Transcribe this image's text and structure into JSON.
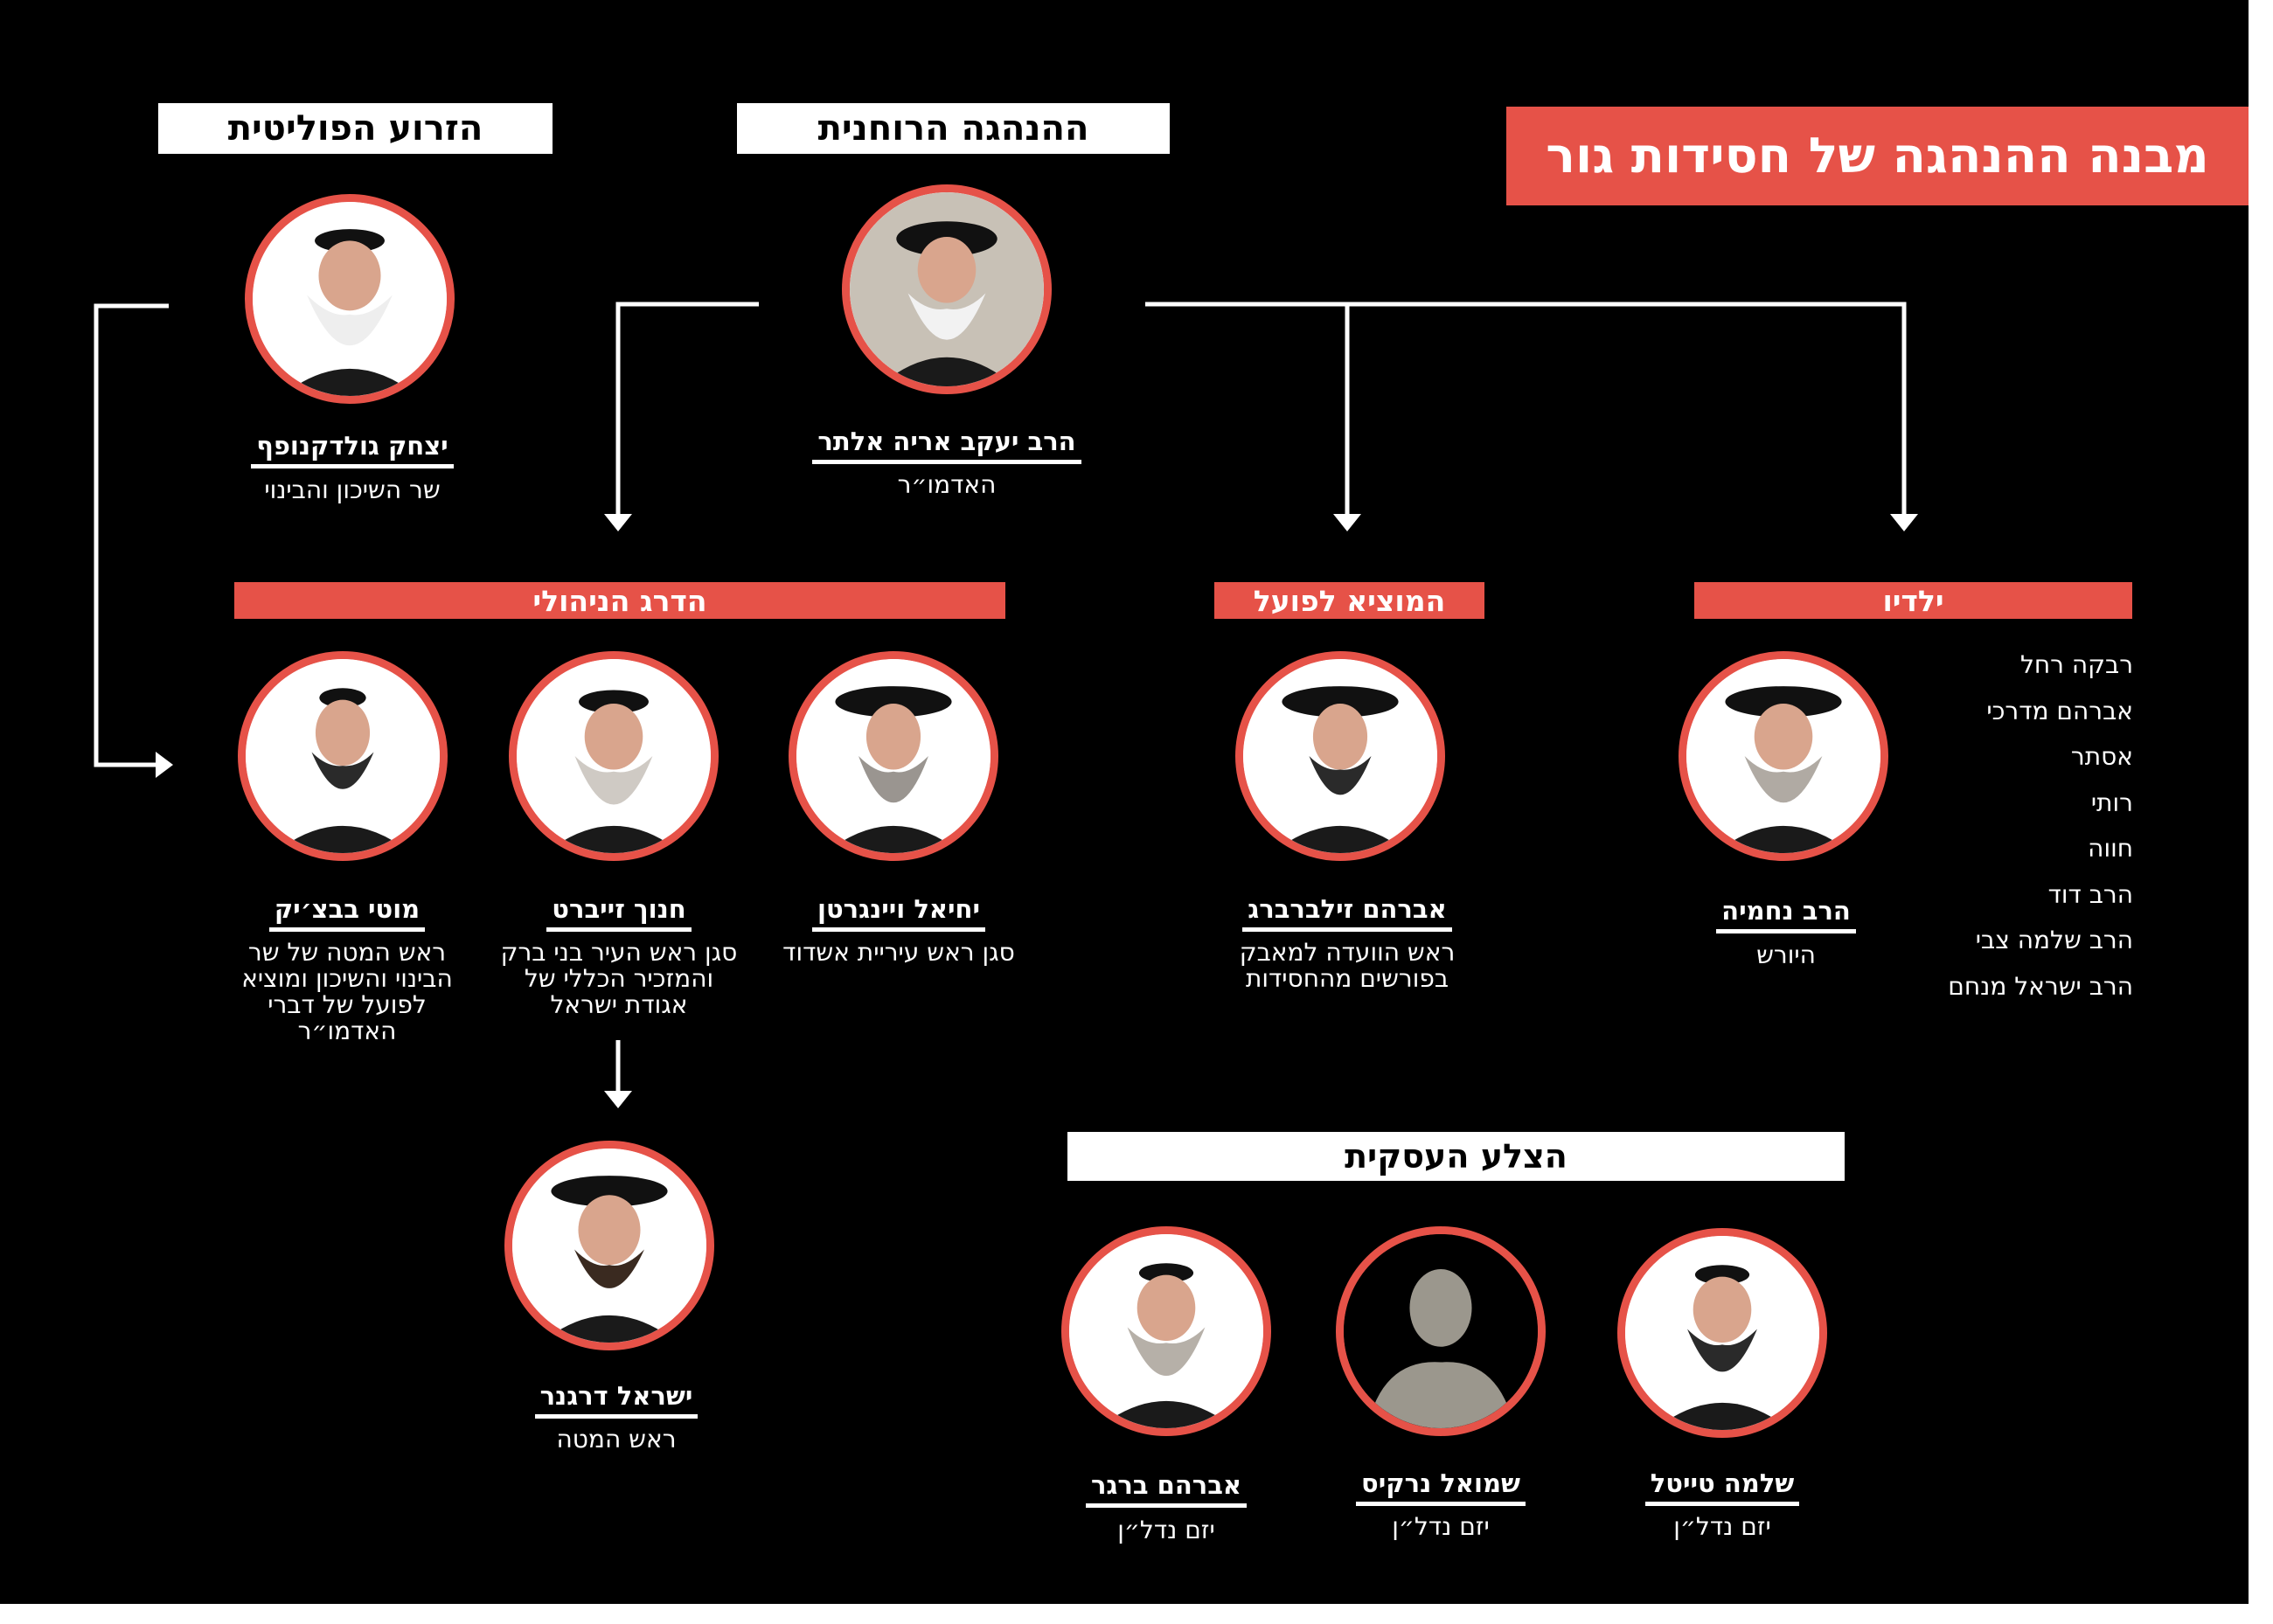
{
  "title": "מבנה ההנהגה של חסידות גור",
  "sections": {
    "spiritual": "ההנהגה הרוחנית",
    "political": "הזרוע הפוליטית",
    "management": "הדרג הניהולי",
    "executor": "המוציא לפועל",
    "children": "ילדיו",
    "business": "הצלע העסקית"
  },
  "people": {
    "rebbe": {
      "name": "הרב יעקב אריה אלתר",
      "role": "האדמו״ר"
    },
    "goldknopf": {
      "name": "יצחק גולדקנופף",
      "role": "שר השיכון והבינוי"
    },
    "nechemia": {
      "name": "הרב נחמיה",
      "role": "היורש"
    },
    "silberberg": {
      "name": "אברהם זילברברג",
      "role": "ראש הוועדה למאבק בפורשים מהחסידות"
    },
    "weingarten": {
      "name": "יחיאל ויינגרטן",
      "role": "סגן ראש עיריית אשדוד"
    },
    "seibert": {
      "name": "חנוך זייברט",
      "role": "סגן ראש העיר בני ברק והמזכיר הכללי של אגודת ישראל"
    },
    "babazik": {
      "name": "מוטי בבצ׳יק",
      "role": "ראש המטה של שר הבינוי והשיכון ומוציא לפועל של דברי האדמו״ר"
    },
    "dragner": {
      "name": "ישראל דרגנר",
      "role": "ראש המטה"
    },
    "teitel": {
      "name": "שלמה טייטל",
      "role": "יזם נדל״ן"
    },
    "narkis": {
      "name": "שמואל נרקיס",
      "role": "יזם נדל״ן"
    },
    "berger": {
      "name": "אברהם ברגר",
      "role": "יזם נדל״ן"
    }
  },
  "children_list": [
    "רבקה רחל",
    "אברהם מדרכי",
    "אסתר",
    "רותי",
    "חווה",
    "הרב דוד",
    "הרב שלמה צבי",
    "הרב ישראל מנחם"
  ],
  "colors": {
    "accent": "#e65248",
    "background": "#000000",
    "text": "#ffffff"
  }
}
